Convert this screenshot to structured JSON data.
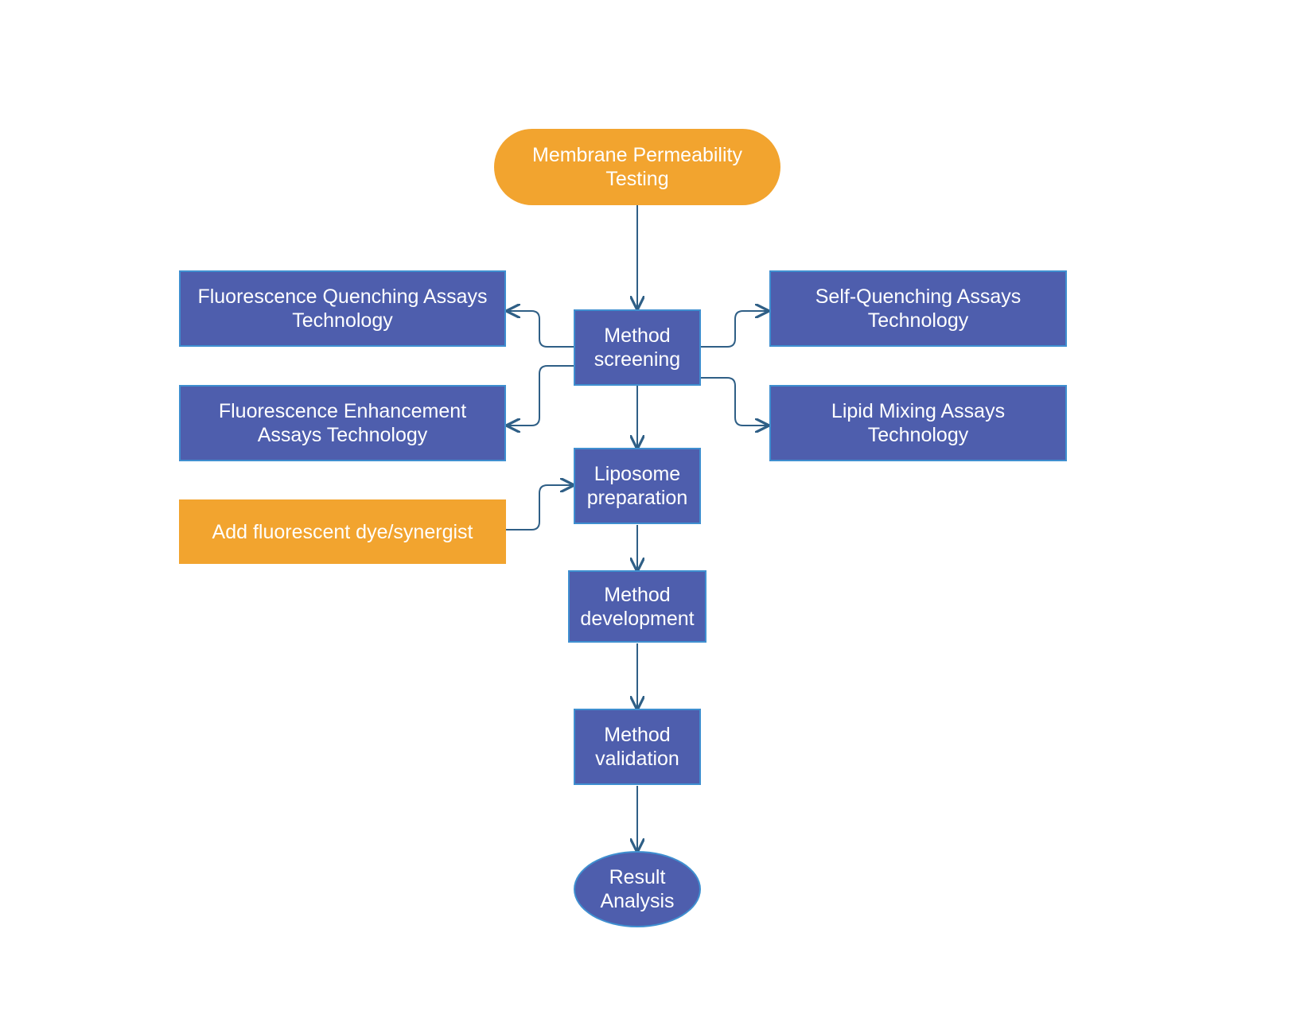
{
  "diagram": {
    "nodes": {
      "start": "Membrane Permeability Testing",
      "method_screening": "Method screening",
      "fq": "Fluorescence Quenching Assays Technology",
      "fe": "Fluorescence Enhancement Assays Technology",
      "sq": "Self-Quenching Assays Technology",
      "lm": "Lipid Mixing Assays Technology",
      "liposome": "Liposome preparation",
      "dye": "Add fluorescent dye/synergist",
      "development": "Method development",
      "validation": "Method validation",
      "result": "Result Analysis"
    },
    "colors": {
      "blue_fill": "#4e5ead",
      "blue_border": "#3f8fd0",
      "orange_fill": "#f2a42f",
      "connector": "#2f5f86"
    }
  }
}
